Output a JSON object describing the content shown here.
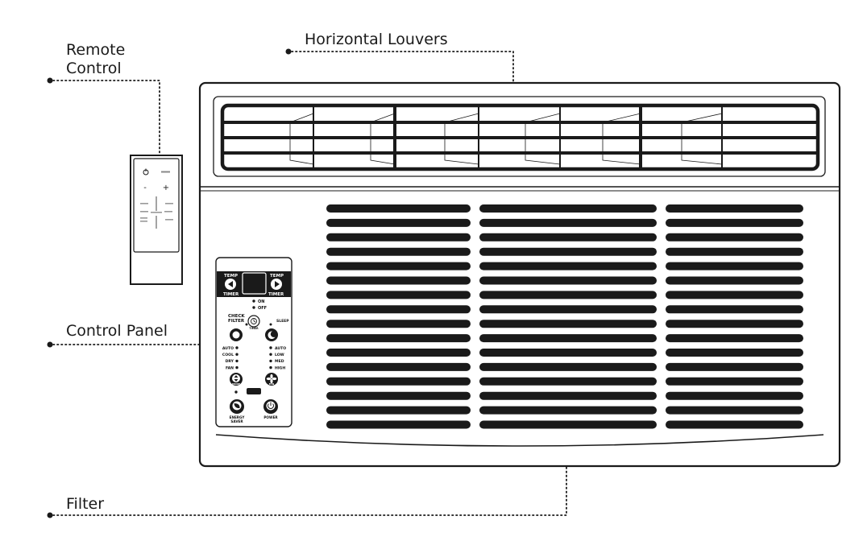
{
  "callouts": {
    "remote": {
      "line1": "Remote",
      "line2": "Control"
    },
    "louvers": "Horizontal Louvers",
    "panel": "Control Panel",
    "filter": "Filter"
  },
  "control_panel": {
    "temp_left": "TEMP",
    "timer_left": "TIMER",
    "temp_right": "TEMP",
    "timer_right": "TIMER",
    "on": "ON",
    "off": "OFF",
    "check_filter_1": "CHECK",
    "check_filter_2": "FILTER",
    "sleep": "SLEEP",
    "modes": [
      "AUTO",
      "COOL",
      "DRY",
      "FAN"
    ],
    "speeds": [
      "AUTO",
      "LOW",
      "MED",
      "HIGH"
    ],
    "mode_key": "MODE",
    "fan_key": "FAN",
    "energy_saver_1": "ENERGY",
    "energy_saver_2": "SAVER",
    "power": "POWER",
    "timer_key": "TIMER"
  },
  "remote": {
    "minus": "-",
    "plus": "+"
  },
  "colors": {
    "line": "#1a1a1a",
    "background": "#ffffff"
  }
}
